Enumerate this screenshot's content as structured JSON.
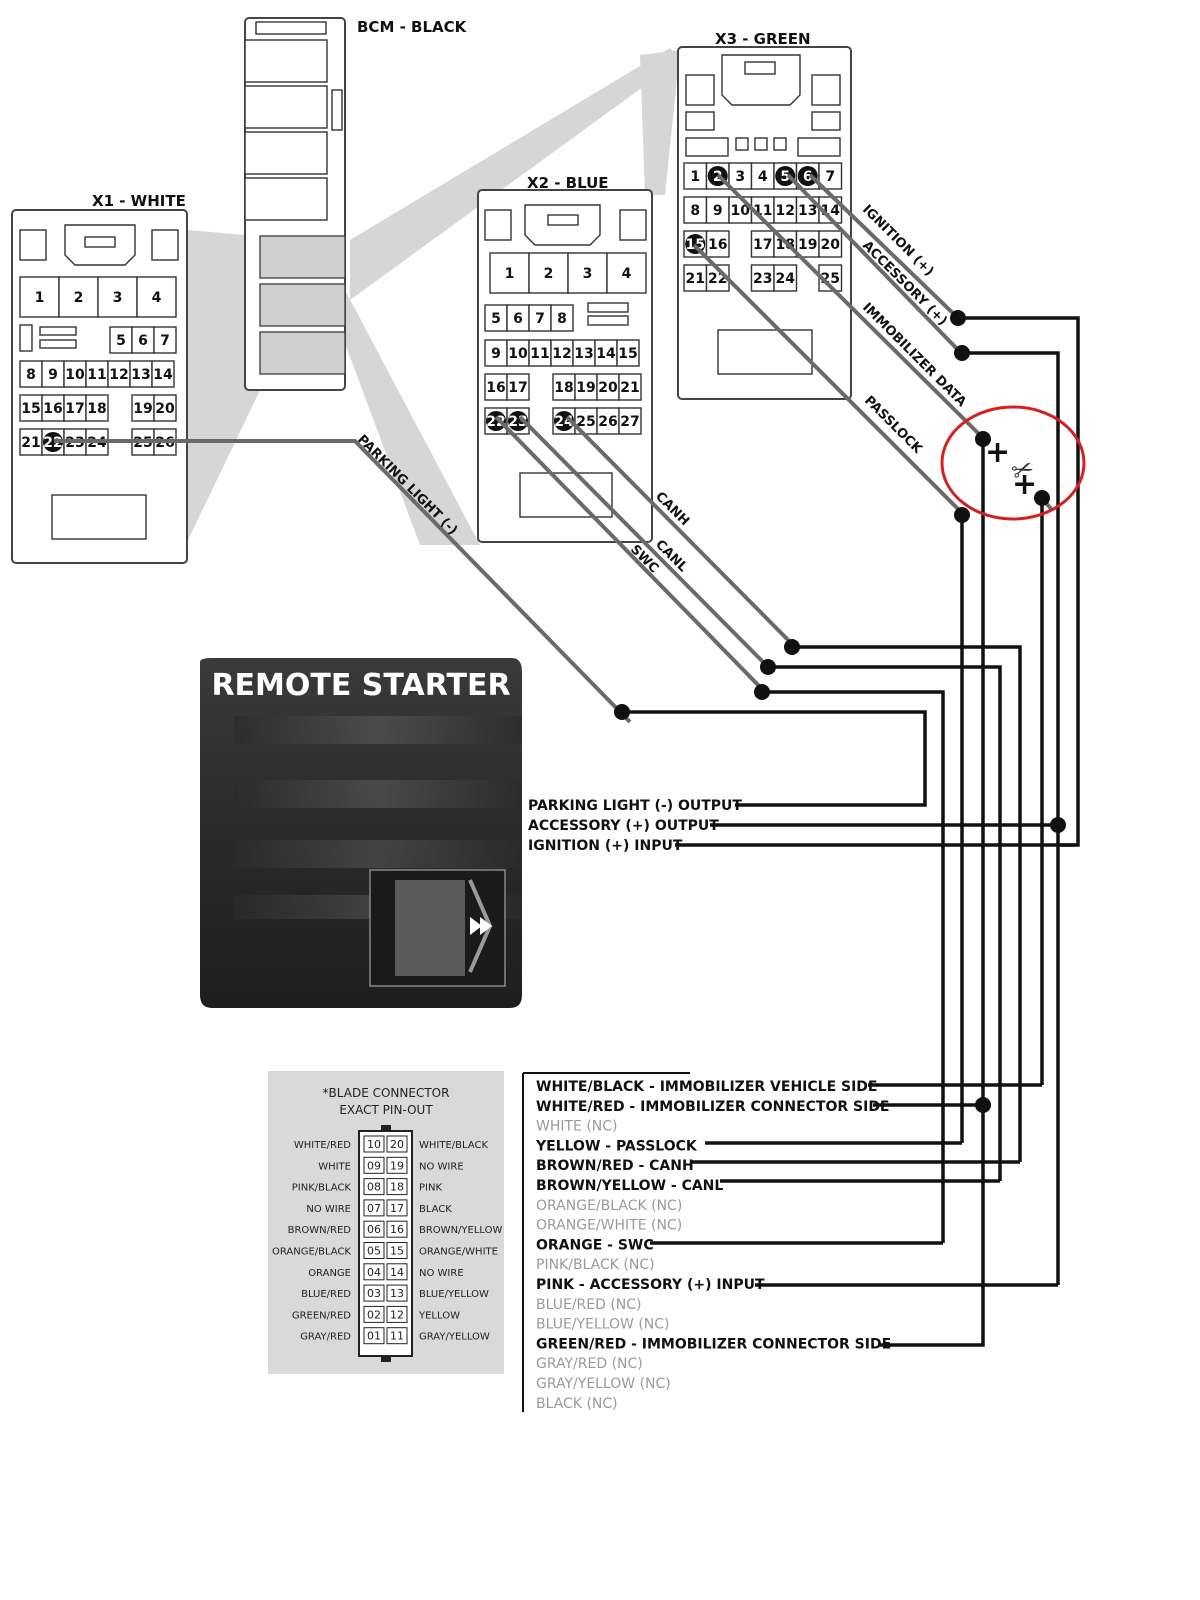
{
  "connectors": {
    "x1": {
      "title": "X1 - WHITE",
      "top_pins": [
        "1",
        "2",
        "3",
        "4"
      ],
      "row2": [
        "5",
        "6",
        "7"
      ],
      "row3": [
        "8",
        "9",
        "10",
        "11",
        "12",
        "13",
        "14"
      ],
      "row4": [
        "15",
        "16",
        "17",
        "18",
        "19",
        "20"
      ],
      "row5": [
        "21",
        "22",
        "23",
        "24",
        "25",
        "26"
      ]
    },
    "bcm": {
      "title": "BCM - BLACK"
    },
    "x2": {
      "title": "X2 - BLUE",
      "top_pins": [
        "1",
        "2",
        "3",
        "4"
      ],
      "row2": [
        "5",
        "6",
        "7",
        "8"
      ],
      "row3": [
        "9",
        "10",
        "11",
        "12",
        "13",
        "14",
        "15"
      ],
      "row4": [
        "16",
        "17",
        "18",
        "19",
        "20",
        "21"
      ],
      "row5": [
        "22",
        "23",
        "24",
        "25",
        "26",
        "27"
      ]
    },
    "x3": {
      "title": "X3 - GREEN",
      "row1": [
        "1",
        "2",
        "3",
        "4",
        "5",
        "6",
        "7"
      ],
      "row2": [
        "8",
        "9",
        "10",
        "11",
        "12",
        "13",
        "14"
      ],
      "row3": [
        "15",
        "16",
        "17",
        "18",
        "19",
        "20"
      ],
      "row4": [
        "21",
        "22",
        "23",
        "24",
        "25"
      ]
    }
  },
  "wire_labels": {
    "ignition": "IGNITION (+)",
    "accessory": "ACCESSORY (+)",
    "immobilizer_data": "IMMOBILIZER DATA",
    "passlock": "PASSLOCK",
    "parking_light": "PARKING LIGHT (-)",
    "canh": "CANH",
    "canl": "CANL",
    "swc": "SWC"
  },
  "remote_starter": {
    "title": "REMOTE STARTER",
    "outputs": [
      "PARKING LIGHT (-) OUTPUT",
      "ACCESSORY (+) OUTPUT",
      "IGNITION (+) INPUT"
    ]
  },
  "blade_connector": {
    "title_line1": "*BLADE CONNECTOR",
    "title_line2": "EXACT PIN-OUT",
    "left_labels": [
      "WHITE/RED",
      "WHITE",
      "PINK/BLACK",
      "NO WIRE",
      "BROWN/RED",
      "ORANGE/BLACK",
      "ORANGE",
      "BLUE/RED",
      "GREEN/RED",
      "GRAY/RED"
    ],
    "left_pins": [
      "10",
      "09",
      "08",
      "07",
      "06",
      "05",
      "04",
      "03",
      "02",
      "01"
    ],
    "right_pins": [
      "20",
      "19",
      "18",
      "17",
      "16",
      "15",
      "14",
      "13",
      "12",
      "11"
    ],
    "right_labels": [
      "WHITE/BLACK",
      "NO WIRE",
      "PINK",
      "BLACK",
      "BROWN/YELLOW",
      "ORANGE/WHITE",
      "NO WIRE",
      "BLUE/YELLOW",
      "YELLOW",
      "GRAY/YELLOW"
    ]
  },
  "wire_list": [
    {
      "text": "WHITE/BLACK - IMMOBILIZER VEHICLE SIDE",
      "nc": false
    },
    {
      "text": "WHITE/RED - IMMOBILIZER CONNECTOR SIDE",
      "nc": false
    },
    {
      "text": "WHITE (NC)",
      "nc": true
    },
    {
      "text": "YELLOW - PASSLOCK",
      "nc": false
    },
    {
      "text": "BROWN/RED - CANH",
      "nc": false
    },
    {
      "text": "BROWN/YELLOW - CANL",
      "nc": false
    },
    {
      "text": "ORANGE/BLACK (NC)",
      "nc": true
    },
    {
      "text": "ORANGE/WHITE (NC)",
      "nc": true
    },
    {
      "text": "ORANGE - SWC",
      "nc": false
    },
    {
      "text": "PINK/BLACK (NC)",
      "nc": true
    },
    {
      "text": "PINK - ACCESSORY (+) INPUT",
      "nc": false
    },
    {
      "text": "BLUE/RED (NC)",
      "nc": true
    },
    {
      "text": "BLUE/YELLOW (NC)",
      "nc": true
    },
    {
      "text": "GREEN/RED - IMMOBILIZER CONNECTOR SIDE",
      "nc": false
    },
    {
      "text": "GRAY/RED (NC)",
      "nc": true
    },
    {
      "text": "GRAY/YELLOW (NC)",
      "nc": true
    },
    {
      "text": "BLACK (NC)",
      "nc": true
    }
  ],
  "colors": {
    "highlight_circle": "#d42020",
    "wire": "#111111",
    "vehicle_wire": "#6a6a6a",
    "box_gray": "#d9d9d9"
  },
  "icons": {
    "cut": "scissors-icon",
    "splice": "plus-icon"
  }
}
